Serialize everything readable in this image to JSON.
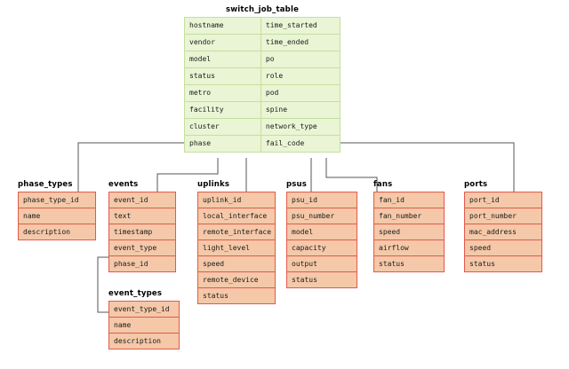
{
  "diagram": {
    "type": "entity-relationship-diagram",
    "background": "#ffffff",
    "main_table_fill": "#e9f5d4",
    "main_table_border": "#c6dfa0",
    "child_table_fill": "#f4c8a8",
    "child_table_border": "#e05b4c",
    "connector_color": "#555555"
  },
  "main_table": {
    "title": "switch_job_table",
    "rows": [
      {
        "left": "hostname",
        "right": "time_started"
      },
      {
        "left": "vendor",
        "right": "time_ended"
      },
      {
        "left": "model",
        "right": "po"
      },
      {
        "left": "status",
        "right": "role"
      },
      {
        "left": "metro",
        "right": "pod"
      },
      {
        "left": "facility",
        "right": "spine"
      },
      {
        "left": "cluster",
        "right": "network_type"
      },
      {
        "left": "phase",
        "right": "fail_code"
      }
    ]
  },
  "child_tables": [
    {
      "title": "phase_types",
      "fields": [
        "phase_type_id",
        "name",
        "description"
      ]
    },
    {
      "title": "events",
      "fields": [
        "event_id",
        "text",
        "timestamp",
        "event_type",
        "phase_id"
      ]
    },
    {
      "title": "event_types",
      "fields": [
        "event_type_id",
        "name",
        "description"
      ]
    },
    {
      "title": "uplinks",
      "fields": [
        "uplink_id",
        "local_interface",
        "remote_interface",
        "light_level",
        "speed",
        "remote_device",
        "status"
      ]
    },
    {
      "title": "psus",
      "fields": [
        "psu_id",
        "psu_number",
        "model",
        "capacity",
        "output",
        "status"
      ]
    },
    {
      "title": "fans",
      "fields": [
        "fan_id",
        "fan_number",
        "speed",
        "airflow",
        "status"
      ]
    },
    {
      "title": "ports",
      "fields": [
        "port_id",
        "port_number",
        "mac_address",
        "speed",
        "status"
      ]
    }
  ]
}
